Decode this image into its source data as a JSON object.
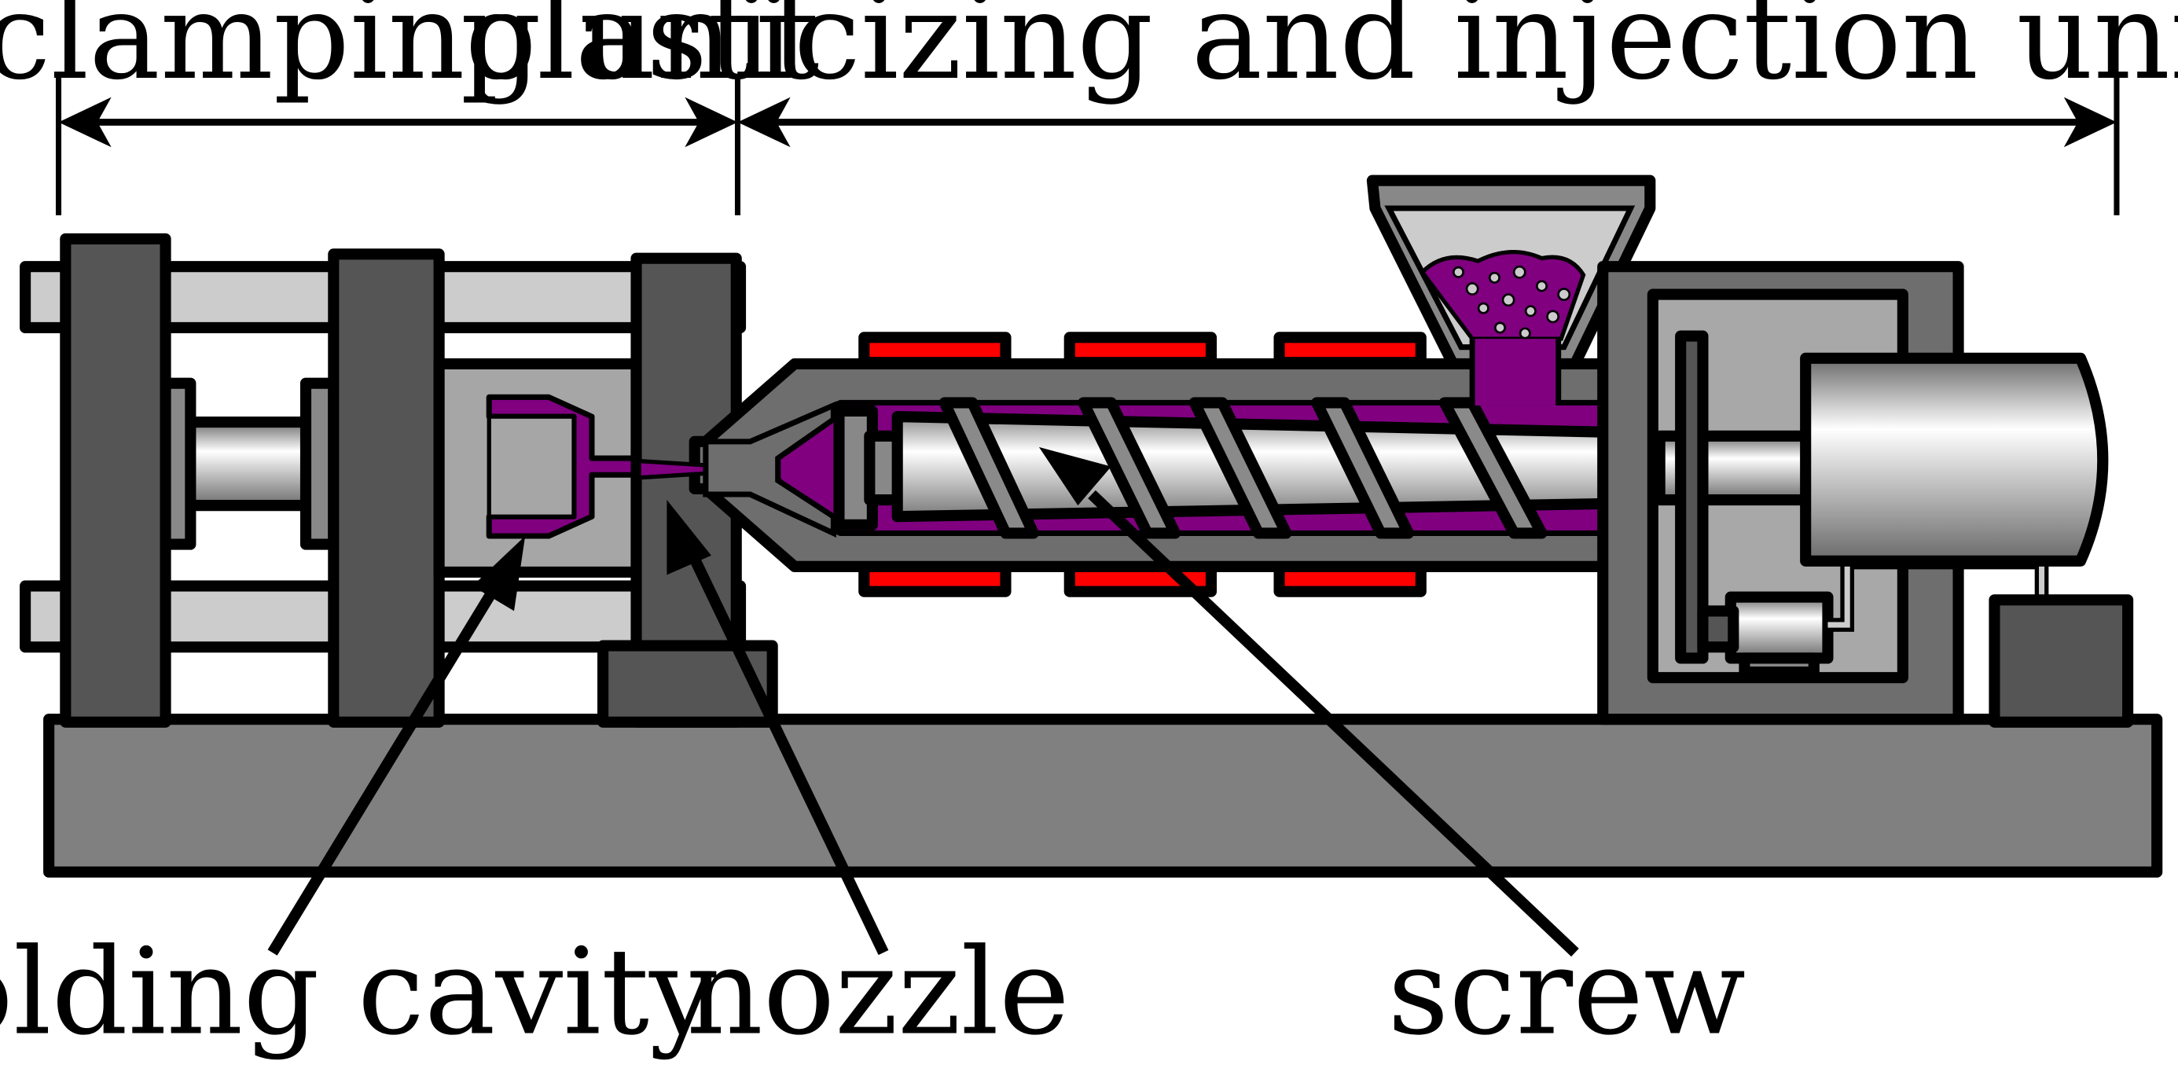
{
  "labels": {
    "clamping_unit": "clamping unit",
    "plasticizing_unit": "plasticizing and injection unit",
    "molding_cavity": "molding cavity",
    "nozzle": "nozzle",
    "screw": "screw"
  },
  "colors": {
    "base": "#808080",
    "dark_gray": "#555555",
    "mid_gray": "#888888",
    "light_gray": "#cccccc",
    "polymer": "#800080",
    "heater": "#ff0000",
    "outline": "#000000"
  }
}
